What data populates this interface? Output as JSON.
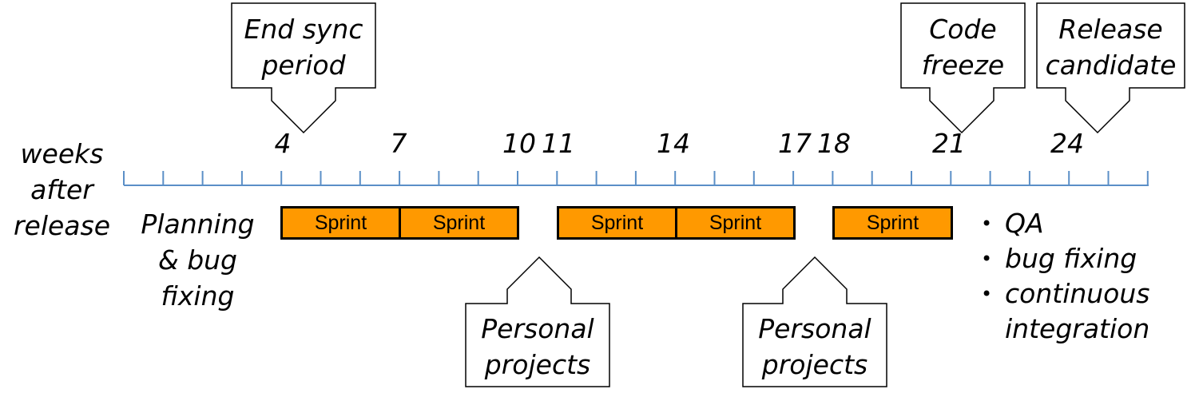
{
  "axis": {
    "side_label_lines": [
      "weeks",
      "after",
      "release"
    ],
    "ticks": [
      "4",
      "7",
      "10",
      "11",
      "14",
      "17",
      "18",
      "21",
      "24"
    ]
  },
  "planning_lines": [
    "Planning",
    "& bug fixing"
  ],
  "sprint_groups": [
    {
      "sprints": [
        "Sprint",
        "Sprint"
      ]
    },
    {
      "sprints": [
        "Sprint",
        "Sprint"
      ]
    },
    {
      "sprints": [
        "Sprint"
      ]
    }
  ],
  "callouts_top": [
    {
      "lines": [
        "End sync",
        "period"
      ]
    },
    {
      "lines": [
        "Code",
        "freeze"
      ]
    },
    {
      "lines": [
        "Release",
        "candidate"
      ]
    }
  ],
  "callouts_bottom": [
    {
      "lines": [
        "Personal",
        "projects"
      ]
    },
    {
      "lines": [
        "Personal",
        "projects"
      ]
    }
  ],
  "post_release_list": [
    "QA",
    "bug fixing",
    "continuous integration"
  ],
  "colors": {
    "axis": "#5b8fc7",
    "sprint_fill": "#ff9900",
    "outline": "#000000"
  }
}
